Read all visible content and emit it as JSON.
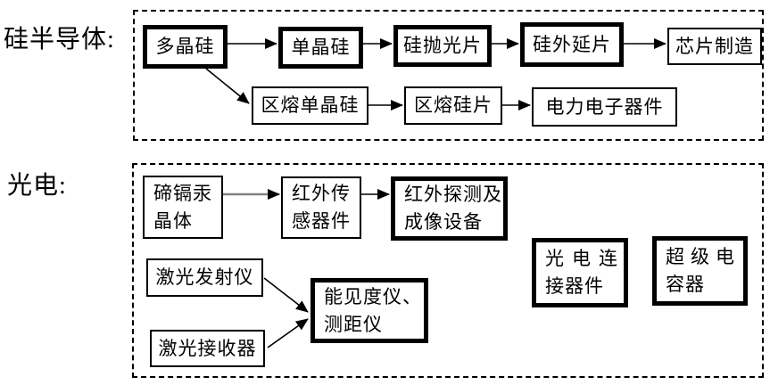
{
  "page": {
    "background": "#ffffff",
    "line_color": "#000000",
    "gray_arrow_color": "#808080"
  },
  "sections": [
    {
      "label": "硅半导体:",
      "boxes": [
        {
          "id": "polysilicon",
          "lines": [
            "多晶硅"
          ],
          "emphasis": true
        },
        {
          "id": "mono-silicon",
          "lines": [
            "单晶硅"
          ],
          "emphasis": true
        },
        {
          "id": "polished-wafer",
          "lines": [
            "硅抛光片"
          ],
          "emphasis": true
        },
        {
          "id": "epitaxial-wafer",
          "lines": [
            "硅外延片"
          ],
          "emphasis": true
        },
        {
          "id": "chip-manufacturing",
          "lines": [
            "芯片制造"
          ],
          "emphasis": false
        },
        {
          "id": "fz-mono-silicon",
          "lines": [
            "区熔单晶硅"
          ],
          "emphasis": false
        },
        {
          "id": "fz-wafer",
          "lines": [
            "区熔硅片"
          ],
          "emphasis": false
        },
        {
          "id": "power-electronics",
          "lines": [
            "电力电子器件"
          ],
          "emphasis": false
        }
      ]
    },
    {
      "label": "光电:",
      "boxes": [
        {
          "id": "hgcdte-crystal",
          "lines": [
            "碲镉汞",
            "晶体"
          ],
          "emphasis": false
        },
        {
          "id": "ir-sensor",
          "lines": [
            "红外传",
            "感器件"
          ],
          "emphasis": false
        },
        {
          "id": "ir-detection-imaging",
          "lines": [
            "红外探测及",
            "成像设备"
          ],
          "emphasis": true
        },
        {
          "id": "laser-emitter",
          "lines": [
            "激光发射仪"
          ],
          "emphasis": false
        },
        {
          "id": "laser-receiver",
          "lines": [
            "激光接收器"
          ],
          "emphasis": false
        },
        {
          "id": "visibility-rangefinder",
          "lines": [
            "能见度仪、",
            "测距仪"
          ],
          "emphasis": true
        },
        {
          "id": "photoelectric-connector",
          "lines": [
            "光电连",
            "接器件"
          ],
          "emphasis": true
        },
        {
          "id": "supercapacitor",
          "lines": [
            "超级电",
            "容器"
          ],
          "emphasis": true
        }
      ]
    }
  ],
  "edges": [
    {
      "from": "多晶硅",
      "to": "单晶硅",
      "color": "#000000"
    },
    {
      "from": "单晶硅",
      "to": "硅抛光片",
      "color": "#000000"
    },
    {
      "from": "硅抛光片",
      "to": "硅外延片",
      "color": "#000000"
    },
    {
      "from": "硅外延片",
      "to": "芯片制造",
      "color": "#000000"
    },
    {
      "from": "多晶硅",
      "to": "区熔单晶硅",
      "color": "#000000"
    },
    {
      "from": "区熔单晶硅",
      "to": "区熔硅片",
      "color": "#000000"
    },
    {
      "from": "区熔硅片",
      "to": "电力电子器件",
      "color": "#000000"
    },
    {
      "from": "碲镉汞晶体",
      "to": "红外传感器件",
      "color": "#808080"
    },
    {
      "from": "红外传感器件",
      "to": "红外探测及成像设备",
      "color": "#000000"
    },
    {
      "from": "激光发射仪",
      "to": "能见度仪、测距仪",
      "color": "#000000"
    },
    {
      "from": "激光接收器",
      "to": "能见度仪、测距仪",
      "color": "#000000"
    }
  ]
}
